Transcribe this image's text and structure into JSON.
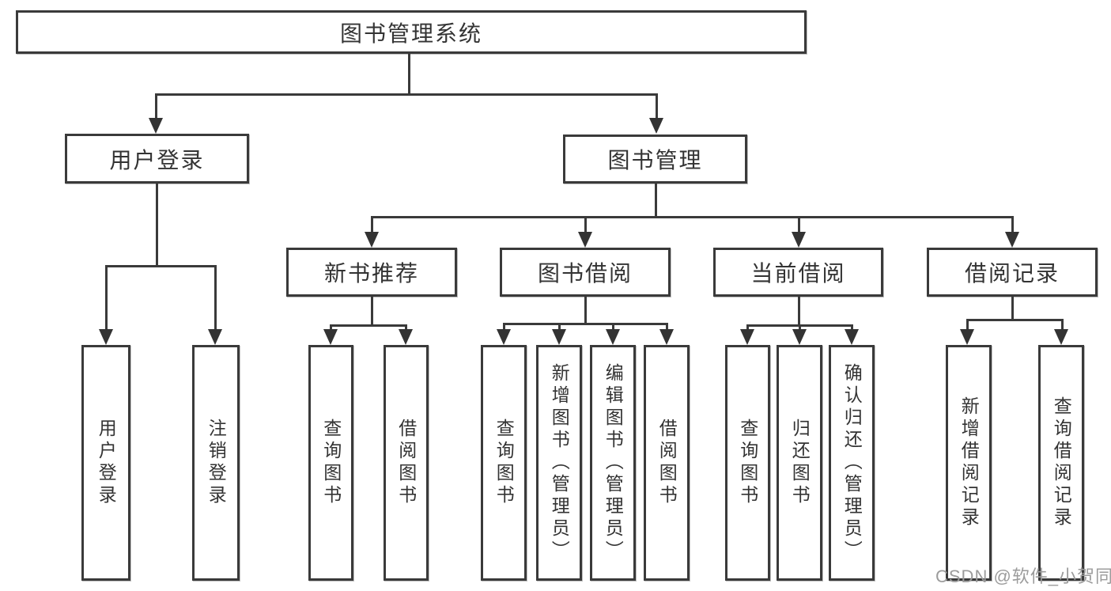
{
  "nodes": {
    "root": "图书管理系统",
    "l2_user_login": "用户登录",
    "l2_book_mgmt": "图书管理",
    "l3_new_book": "新书推荐",
    "l3_book_borrow": "图书借阅",
    "l3_current_borrow": "当前借阅",
    "l3_borrow_record": "借阅记录",
    "leaf_user_login": "用户登录",
    "leaf_logout": "注销登录",
    "leaf_query_book_1": "查询图书",
    "leaf_borrow_book_1": "借阅图书",
    "leaf_query_book_2": "查询图书",
    "leaf_add_book": "新增图书（管理员）",
    "leaf_edit_book": "编辑图书（管理员）",
    "leaf_borrow_book_2": "借阅图书",
    "leaf_query_book_3": "查询图书",
    "leaf_return_book": "归还图书",
    "leaf_confirm_return": "确认归还（管理员）",
    "leaf_add_borrow_record": "新增借阅记录",
    "leaf_query_borrow_record": "查询借阅记录"
  },
  "watermark": "CSDN @软件_小贺同学",
  "colors": {
    "line": "#3a3a3a",
    "text": "#333333",
    "watermark": "#9c9c9c",
    "background": "#ffffff"
  }
}
